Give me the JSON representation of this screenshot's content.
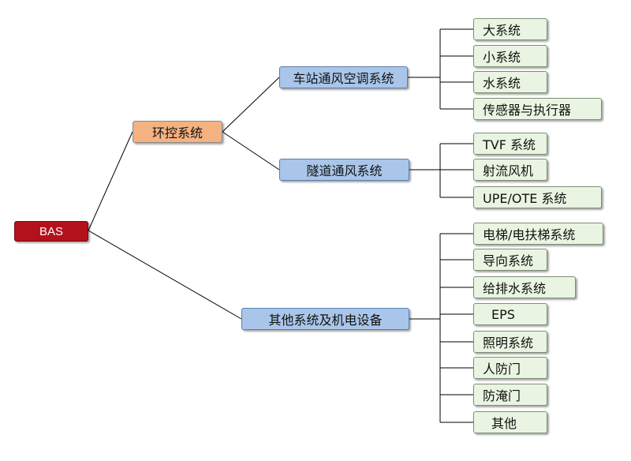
{
  "diagram": {
    "root": "BAS",
    "level1": "环控系统",
    "branches": {
      "station": "车站通风空调系统",
      "tunnel": "隧道通风系统",
      "other": "其他系统及机电设备"
    },
    "station_items": [
      "大系统",
      "小系统",
      "水系统",
      "传感器与执行器"
    ],
    "tunnel_items": [
      "TVF 系统",
      "射流风机",
      "UPE/OTE 系统"
    ],
    "other_items": [
      "电梯/电扶梯系统",
      "导向系统",
      "给排水系统",
      "EPS",
      "照明系统",
      "人防门",
      "防淹门",
      "其他"
    ],
    "colors": {
      "root": "#b3111b",
      "level1": "#f4b182",
      "level2": "#a9c6ea",
      "leaf": "#e9f5e2",
      "line": "#000000"
    }
  }
}
